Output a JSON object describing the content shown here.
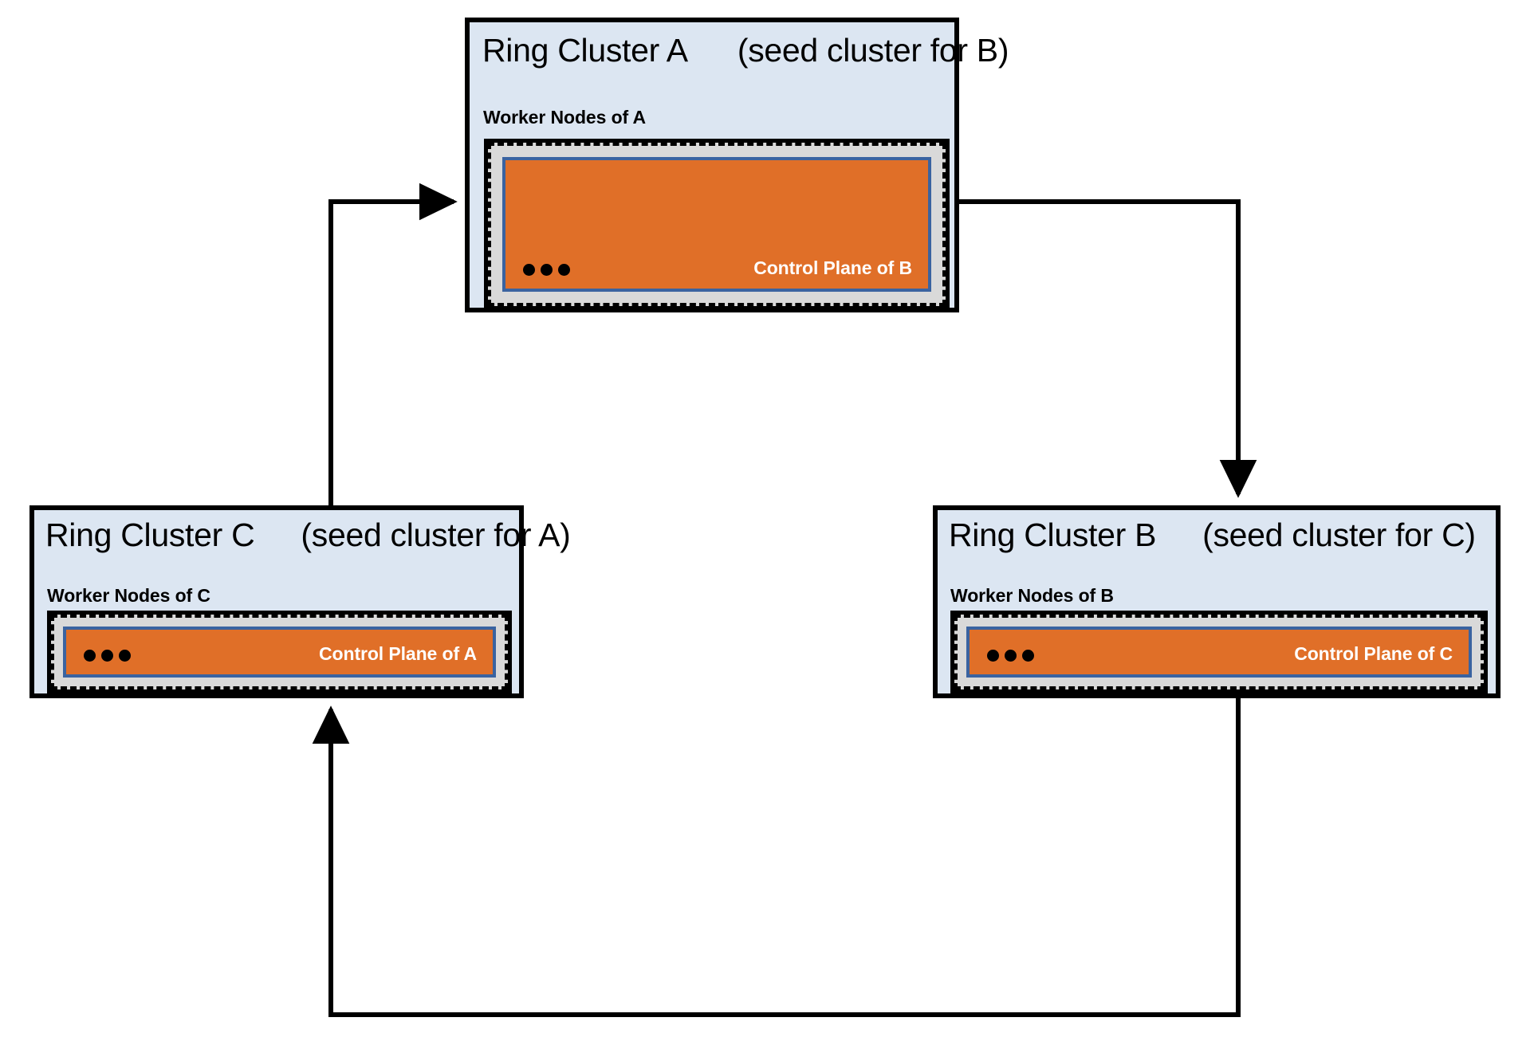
{
  "diagram": {
    "title": "Ring cluster topology with seed relationships",
    "colors": {
      "cluster_background": "#dce6f2",
      "node_background": "#d9d9d9",
      "control_plane_fill": "#e06f28",
      "control_plane_border": "#3a63a0",
      "border": "#000000",
      "label_text": "#ffffff",
      "page_background": "#ffffff"
    },
    "clusters": [
      {
        "id": "a",
        "title": "Ring Cluster A",
        "seed_note": "(seed cluster for B)",
        "worker_label": "Worker Nodes of A",
        "control_plane_label": "Control Plane of B",
        "ellipsis": "•••"
      },
      {
        "id": "c",
        "title": "Ring Cluster C",
        "seed_note": "(seed cluster for A)",
        "worker_label": "Worker Nodes of C",
        "control_plane_label": "Control Plane of A",
        "ellipsis": "•••"
      },
      {
        "id": "b",
        "title": "Ring Cluster B",
        "seed_note": "(seed cluster for C)",
        "worker_label": "Worker Nodes of B",
        "control_plane_label": "Control Plane of C",
        "ellipsis": "•••"
      }
    ],
    "connections": [
      {
        "id": "a-to-b",
        "from": "Ring Cluster A",
        "to": "Ring Cluster B",
        "direction": "right-then-down"
      },
      {
        "id": "b-to-c",
        "from": "Ring Cluster B",
        "to": "Ring Cluster C",
        "direction": "down-then-left-then-up"
      },
      {
        "id": "c-to-a",
        "from": "Ring Cluster C",
        "to": "Ring Cluster A",
        "direction": "up-then-right"
      }
    ]
  }
}
